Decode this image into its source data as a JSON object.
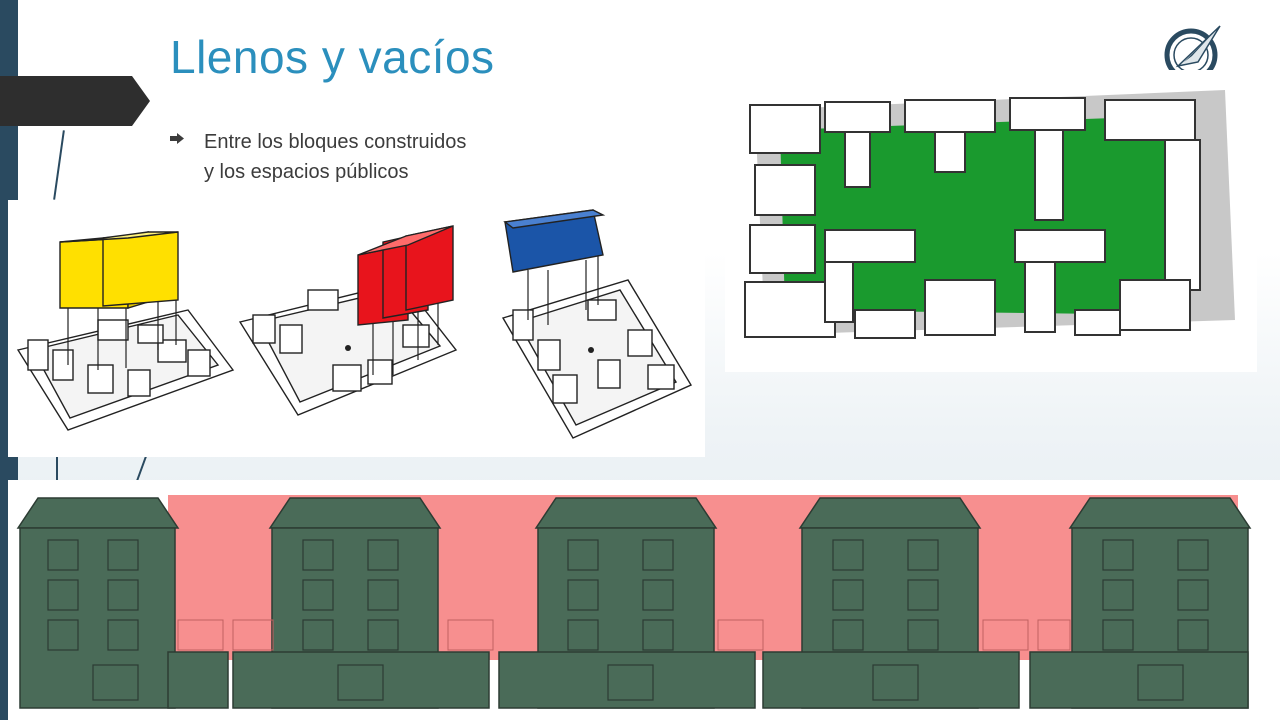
{
  "slide": {
    "title": "Llenos y vacíos",
    "bullet": {
      "icon": "arrow-right-icon",
      "line1": "Entre los bloques construidos",
      "line2": "y los espacios públicos"
    }
  },
  "colors": {
    "title": "#2b8fbd",
    "sidebar": "#2a4a60",
    "title_tab": "#2e2e2e",
    "block_yellow": "#ffe000",
    "block_red": "#e8141c",
    "block_blue": "#1b55a8",
    "plaza_green": "#1a9a2e",
    "void_pink": "#f78f8f",
    "building_green": "#4a6b58"
  },
  "icons": [
    "compass-logo-icon",
    "arrow-right-icon"
  ]
}
